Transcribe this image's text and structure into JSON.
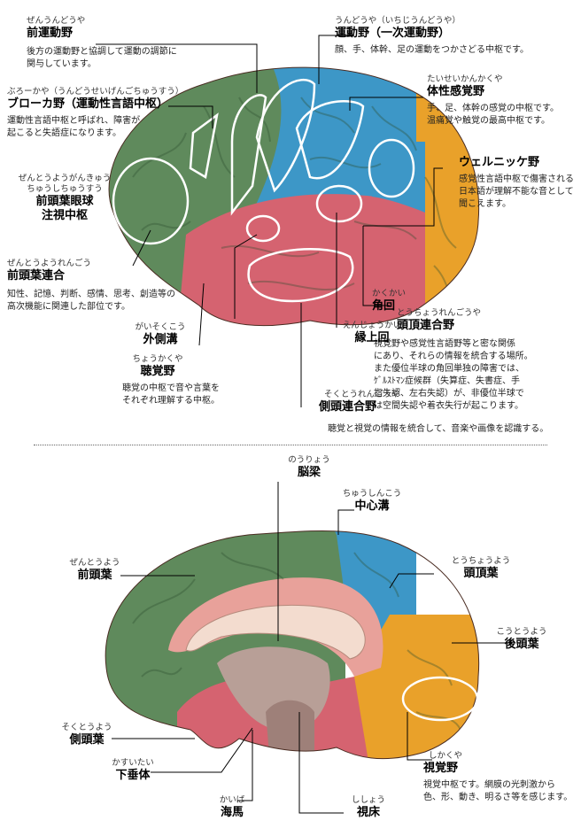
{
  "colors": {
    "frontal": "#5f8a5c",
    "parietal": "#3d97c7",
    "occipital": "#e9a12a",
    "temporal": "#d56370",
    "callosum": "#f3dccf",
    "outline": "#ffffff",
    "leader": "#000000"
  },
  "top": {
    "premotor": {
      "ruby": "ぜんうんどうや",
      "title": "前運動野",
      "desc": "後方の運動野と協調して運動の調節に\n関与しています。"
    },
    "motor": {
      "ruby": "うんどうや（いちじうんどうや）",
      "title": "運動野（一次運動野）",
      "desc": "顔、手、体幹、足の運動をつかさどる中枢です。"
    },
    "broca": {
      "ruby": "ぶろーかや（うんどうせいげんごちゅうすう）",
      "title": "ブローカ野（運動性言語中枢）",
      "desc": "運動性言語中枢と呼ばれ、障害が\n起こると失語症になります。"
    },
    "somato": {
      "ruby": "たいせいかんかくや",
      "title": "体性感覚野",
      "desc": "手、足、体幹の感覚の中枢です。\n温痛覚や触覚の最高中枢です。"
    },
    "eyefield": {
      "ruby": "ぜんとうようがんきゅう\nちゅうしちゅうすう",
      "title": "前頭葉眼球\n注視中枢"
    },
    "wernicke": {
      "title": "ウェルニッケ野",
      "desc": "感覚性言語中枢で傷害される\n日本語が理解不能な音として\n聞こえます。"
    },
    "prefrontal": {
      "ruby": "ぜんとうようれんごう",
      "title": "前頭葉連合",
      "desc": "知性、記憶、判断、感情、思考、創造等の\n高次機能に関連した部位です。"
    },
    "angular": {
      "ruby": "かくかい",
      "title": "角回"
    },
    "parietalAssoc": {
      "ruby": "とうちょうれんごうや",
      "title": "頭頂連合野",
      "desc": "視覚野や感覚性言語野等と密な関係\nにあり、それらの情報を統合する場所。\nまた優位半球の角回単独の障害では、\nｹﾞﾙｽﾄﾏﾝ症候群（失算症、失書症、手\n指失認、左右失認）が、非優位半球で\nは空間失認や着衣失行が起こります。"
    },
    "lateralSulcus": {
      "ruby": "がいそくこう",
      "title": "外側溝"
    },
    "supramarginal": {
      "ruby": "えんじょうかい",
      "title": "縁上回"
    },
    "auditory": {
      "ruby": "ちょうかくや",
      "title": "聴覚野",
      "desc": "聴覚の中枢で音や言葉を\nそれぞれ理解する中枢。"
    },
    "temporalAssoc": {
      "ruby": "そくとうれんごうや",
      "title": "側頭連合野",
      "desc": "聴覚と視覚の情報を統合して、音楽や画像を認識する。"
    }
  },
  "bottom": {
    "callosum": {
      "ruby": "のうりょう",
      "title": "脳梁"
    },
    "central": {
      "ruby": "ちゅうしんこう",
      "title": "中心溝"
    },
    "frontal": {
      "ruby": "ぜんとうよう",
      "title": "前頭葉"
    },
    "parietal": {
      "ruby": "とうちょうよう",
      "title": "頭頂葉"
    },
    "occipital": {
      "ruby": "こうとうよう",
      "title": "後頭葉"
    },
    "temporal": {
      "ruby": "そくとうよう",
      "title": "側頭葉"
    },
    "pituitary": {
      "ruby": "かすいたい",
      "title": "下垂体"
    },
    "visual": {
      "ruby": "しかくや",
      "title": "視覚野",
      "desc": "視覚中枢です。網膜の光刺激から\n色、形、動き、明るさ等を感じます。"
    },
    "hippocampus": {
      "ruby": "かいば",
      "title": "海馬"
    },
    "thalamus": {
      "ruby": "ししょう",
      "title": "視床"
    }
  }
}
